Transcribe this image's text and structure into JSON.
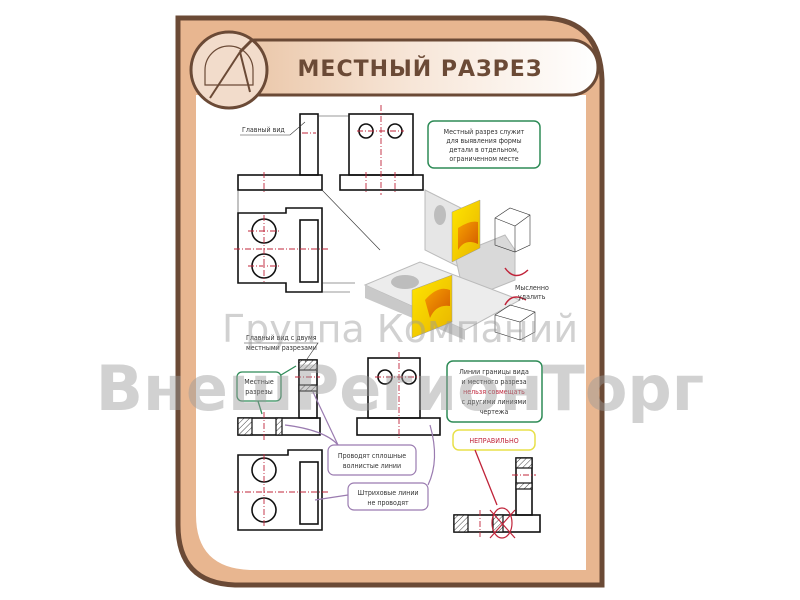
{
  "poster": {
    "title": "МЕСТНЫЙ РАЗРЕЗ",
    "colors": {
      "frame": "#6b4a36",
      "frame_fill": "#e8b690",
      "green": "#2e8b57",
      "purple": "#9a7bb0",
      "yellow_box": "#e8e04a",
      "red": "#c0243a"
    }
  },
  "labels": {
    "main_view": "Главный вид",
    "main_view_two_sections_1": "Главный вид с двумя",
    "main_view_two_sections_2": "местными разрезами",
    "local_sections_1": "Местные",
    "local_sections_2": "разрезы",
    "mentally_remove_1": "Мысленно",
    "mentally_remove_2": "удалить",
    "wavy_lines_1": "Проводят сплошные",
    "wavy_lines_2": "волнистые линии",
    "dashed_lines_1": "Штриховые линии",
    "dashed_lines_2": "не проводят",
    "wrong": "НЕПРАВИЛЬНО"
  },
  "info_boxes": {
    "definition": [
      "Местный разрез служит",
      "для выявления формы",
      "детали в отдельном,",
      "ограниченном месте"
    ],
    "rule": [
      "Линии границы вида",
      "и местного разреза",
      "нельзя совмещать",
      "с другими линиями",
      "чертежа"
    ]
  },
  "icons": {
    "emblem": "compass-protractor-icon"
  },
  "watermark": {
    "line1": "Группа Компаний",
    "line2": "ВнешРегионТорг"
  }
}
